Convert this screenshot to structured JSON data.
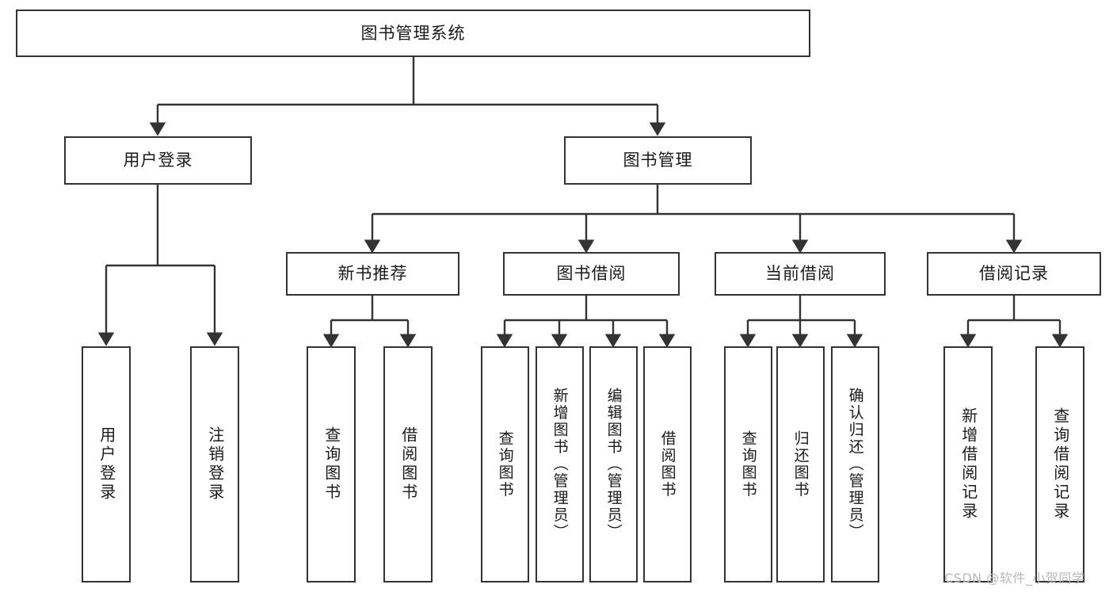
{
  "diagram": {
    "type": "tree",
    "title": "图书管理系统",
    "watermark": "CSDN @软件_小贺同学",
    "colors": {
      "box_stroke": "#333333",
      "box_fill": "#ffffff",
      "edge_stroke": "#333333",
      "text": "#1a1a1a",
      "watermark": "#b9b9b9"
    },
    "nodes": {
      "root": {
        "label": "图书管理系统"
      },
      "level1": [
        {
          "label": "用户登录"
        },
        {
          "label": "图书管理"
        }
      ],
      "level2": [
        {
          "label": "新书推荐"
        },
        {
          "label": "图书借阅"
        },
        {
          "label": "当前借阅"
        },
        {
          "label": "借阅记录"
        }
      ],
      "leaves": {
        "user_login": [
          {
            "label": "用户登录"
          },
          {
            "label": "注销登录"
          }
        ],
        "new_book_recommend": [
          {
            "label": "查询图书"
          },
          {
            "label": "借阅图书"
          }
        ],
        "book_borrow": [
          {
            "label": "查询图书"
          },
          {
            "label": "新增图书（管理员）"
          },
          {
            "label": "编辑图书（管理员）"
          },
          {
            "label": "借阅图书"
          }
        ],
        "current_borrow": [
          {
            "label": "查询图书"
          },
          {
            "label": "归还图书"
          },
          {
            "label": "确认归还（管理员）"
          }
        ],
        "borrow_record": [
          {
            "label": "新增借阅记录"
          },
          {
            "label": "查询借阅记录"
          }
        ]
      }
    }
  }
}
